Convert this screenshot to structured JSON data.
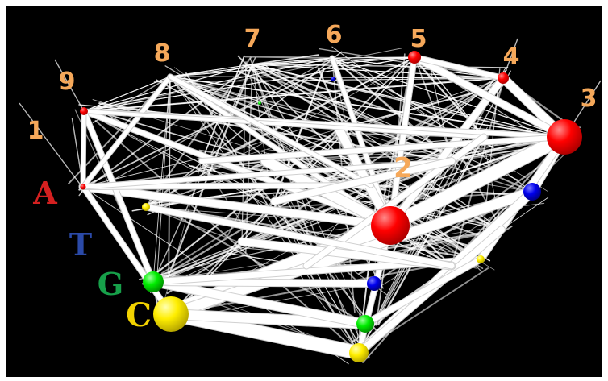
{
  "position_labels": [
    "1",
    "2",
    "3",
    "4",
    "5",
    "6",
    "7",
    "8",
    "9"
  ],
  "base_labels": [
    {
      "text": "A",
      "color": "#d42020"
    },
    {
      "text": "T",
      "color": "#2b4aa8"
    },
    {
      "text": "G",
      "color": "#17a04a"
    },
    {
      "text": "C",
      "color": "#f2d200"
    }
  ],
  "colors": {
    "background": "#000000",
    "frame": "#ffffff",
    "number_label": "#f5a85a",
    "edge": "#ffffff",
    "node_A": "#ff0000",
    "node_T": "#0000ee",
    "node_G": "#00ee00",
    "node_C": "#ffee00"
  }
}
